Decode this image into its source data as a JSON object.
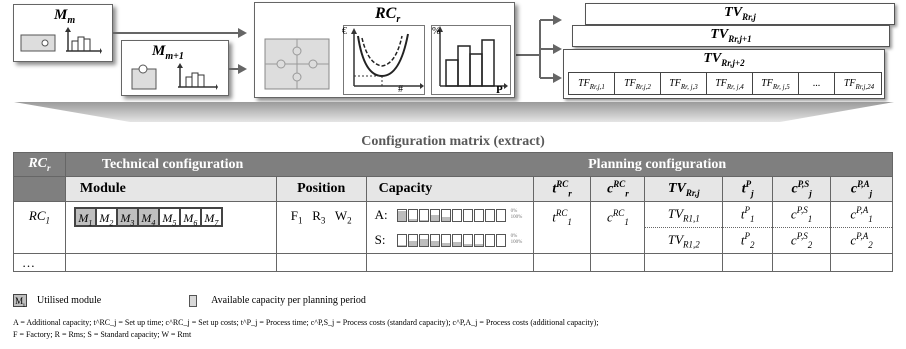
{
  "top": {
    "box_m": {
      "label": "M",
      "sub": "m"
    },
    "box_m1": {
      "label": "M",
      "sub": "m+1"
    },
    "rc_box": {
      "label": "RC",
      "sub": "r",
      "chart1_ylabel": "€",
      "chart1_xlabel": "#",
      "chart2_ylabel": "%",
      "chart2_xlabel": "P"
    },
    "tv_cards": [
      {
        "label": "TV",
        "sub": "Rr,j"
      },
      {
        "label": "TV",
        "sub": "Rr,j+1"
      },
      {
        "label": "TV",
        "sub": "Rr,j+2"
      }
    ],
    "tf_cells": [
      {
        "label": "TF",
        "sub": "Rr,j,1"
      },
      {
        "label": "TF",
        "sub": "Rr,j,2"
      },
      {
        "label": "TF",
        "sub": "Rr, j,3"
      },
      {
        "label": "TF",
        "sub": "Rr, j,4"
      },
      {
        "label": "TF",
        "sub": "Rr, j,5"
      },
      {
        "label": "...",
        "sub": ""
      },
      {
        "label": "TF",
        "sub": "Rr,j,24"
      }
    ]
  },
  "matrix": {
    "title": "Configuration matrix (extract)",
    "col_rc": {
      "label": "RC",
      "sub": "r"
    },
    "technical": "Technical configuration",
    "planning": "Planning configuration",
    "subheaders": {
      "module": "Module",
      "position": "Position",
      "capacity": "Capacity",
      "t_rc": {
        "base": "t",
        "sup": "RC",
        "sub": "r"
      },
      "c_rc": {
        "base": "c",
        "sup": "RC",
        "sub": "r"
      },
      "tv": {
        "base": "TV",
        "sub": "Rr,j"
      },
      "tp": {
        "base": "t",
        "sup": "P",
        "sub": "j"
      },
      "cps": {
        "base": "c",
        "sup": "P,S",
        "sub": "j"
      },
      "cpa": {
        "base": "c",
        "sup": "P,A",
        "sub": "j"
      }
    },
    "row1": {
      "rc": {
        "base": "RC",
        "sub": "1"
      },
      "modules": [
        {
          "base": "M",
          "sub": "1",
          "utilised": true
        },
        {
          "base": "M",
          "sub": "2",
          "utilised": false
        },
        {
          "base": "M",
          "sub": "3",
          "utilised": true
        },
        {
          "base": "M",
          "sub": "4",
          "utilised": true
        },
        {
          "base": "M",
          "sub": "5",
          "utilised": false
        },
        {
          "base": "M",
          "sub": "6",
          "utilised": false
        },
        {
          "base": "M",
          "sub": "7",
          "utilised": false
        }
      ],
      "position": [
        "F",
        "1",
        "R",
        "3",
        "W",
        "2"
      ],
      "cap_a_label": "A:",
      "cap_s_label": "S:",
      "cap_a_levels": [
        0.9,
        0.2,
        0.1,
        0.55,
        0.35,
        0.0,
        0.0,
        0.0,
        0.0,
        0.0
      ],
      "cap_s_levels": [
        0.15,
        0.5,
        0.65,
        0.5,
        0.3,
        0.35,
        0.2,
        0.2,
        0.0,
        0.0
      ],
      "pct0": "0%",
      "pct100": "100%",
      "t_rc": {
        "base": "t",
        "sup": "RC",
        "sub": "1"
      },
      "c_rc": {
        "base": "c",
        "sup": "RC",
        "sub": "1"
      },
      "tv1": {
        "base": "TV",
        "sub": "R1,1"
      },
      "tv2": {
        "base": "TV",
        "sub": "R1,2"
      },
      "tp1": {
        "base": "t",
        "sup": "P",
        "sub": "1"
      },
      "tp2": {
        "base": "t",
        "sup": "P",
        "sub": "2"
      },
      "cps1": {
        "base": "c",
        "sup": "P,S",
        "sub": "1"
      },
      "cps2": {
        "base": "c",
        "sup": "P,S",
        "sub": "2"
      },
      "cpa1": {
        "base": "c",
        "sup": "P,A",
        "sub": "1"
      },
      "cpa2": {
        "base": "c",
        "sup": "P,A",
        "sub": "2"
      }
    },
    "ellipsis": "…"
  },
  "legend": {
    "utilised_key": "M",
    "utilised_key_sub": "i",
    "utilised_text": "Utilised module",
    "available_text": "Available capacity per planning period",
    "line1": "A = Additional capacity; t^RC_j = Set up time; c^RC_j = Set up costs; t^P_j = Process time; c^P,S_j = Process costs (standard capacity); c^P,A_j = Process costs (additional capacity);",
    "line2": "F = Factory; R = Rms; S = Standard capacity; W = Rmt"
  },
  "colors": {
    "header_gray": "#7f7f7f",
    "subheader_gray": "#e6e6e6",
    "utilised": "#bfbfbf",
    "title_gray": "#595959"
  }
}
